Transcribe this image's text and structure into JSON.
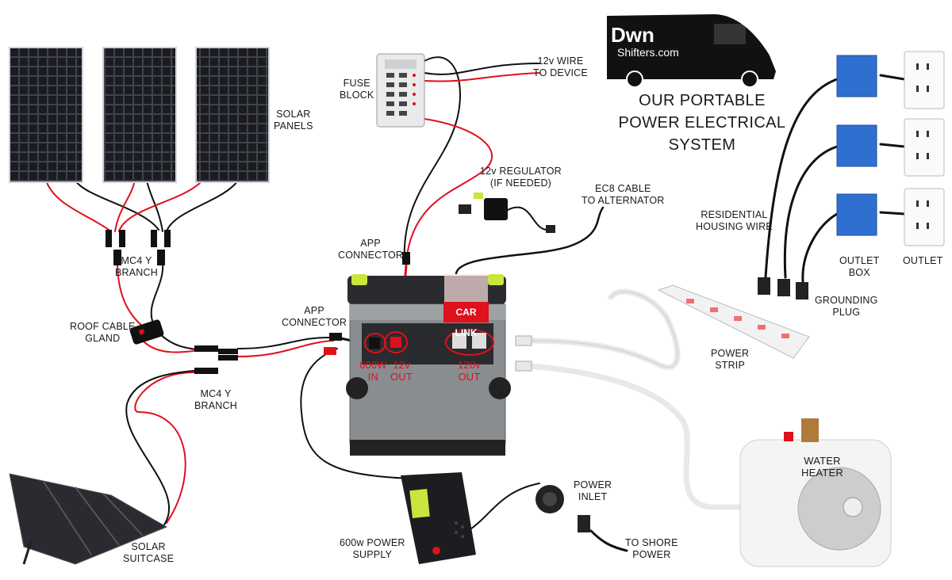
{
  "title": {
    "line1": "OUR PORTABLE",
    "line2": "POWER ELECTRICAL",
    "line3": "SYSTEM"
  },
  "logo": {
    "line1": "Dwn",
    "line2": "Shifters.com"
  },
  "labels": {
    "solar_panels": [
      "SOLAR",
      "PANELS"
    ],
    "mc4_top": [
      "MC4 Y",
      "BRANCH"
    ],
    "roof_gland": [
      "ROOF CABLE",
      "GLAND"
    ],
    "mc4_bottom": [
      "MC4 Y",
      "BRANCH"
    ],
    "solar_suitcase": [
      "SOLAR",
      "SUITCASE"
    ],
    "fuse_block": [
      "FUSE",
      "BLOCK"
    ],
    "wire_device": [
      "12v WIRE",
      "TO DEVICE"
    ],
    "regulator": [
      "12v REGULATOR",
      "(IF NEEDED)"
    ],
    "ec8": [
      "EC8 CABLE",
      "TO ALTERNATOR"
    ],
    "app_top": [
      "APP",
      "CONNECTOR"
    ],
    "app_left": [
      "APP",
      "CONNECTOR"
    ],
    "residential": [
      "RESIDENTIAL",
      "HOUSING WIRE"
    ],
    "outlet_box": [
      "OUTLET",
      "BOX"
    ],
    "outlet": [
      "OUTLET"
    ],
    "grounding": [
      "GROUNDING",
      "PLUG"
    ],
    "power_strip": [
      "POWER",
      "STRIP"
    ],
    "water_heater": [
      "WATER",
      "HEATER"
    ],
    "power_inlet": [
      "POWER",
      "INLET"
    ],
    "shore": [
      "TO SHORE",
      "POWER"
    ],
    "supply": [
      "600w POWER",
      "SUPPLY"
    ],
    "in600": [
      "600W",
      "IN"
    ],
    "out12": [
      "12v",
      "OUT"
    ],
    "out120": [
      "120v",
      "OUT"
    ],
    "car_link": "CAR LINK"
  },
  "colors": {
    "wire_red": "#e0101c",
    "wire_black": "#111111",
    "panel": "#15161a",
    "box_blue": "#2f6fd0",
    "yeti_body": "#8a8d90",
    "yeti_accent": "#c8e63c"
  }
}
